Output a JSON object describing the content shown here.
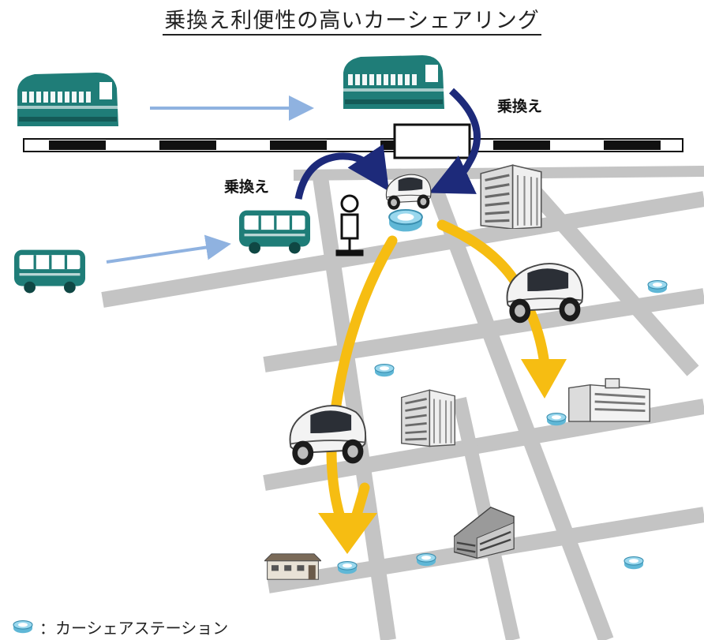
{
  "title": "乗換え利便性の高いカーシェアリング",
  "transfer_labels": [
    "乗換え",
    "乗換え"
  ],
  "legend": {
    "icon": "car-share-station-icon",
    "text": "：カーシェアステーション"
  },
  "colors": {
    "vehicle_teal": "#1f7d78",
    "blue_arrow": "#8fb2e0",
    "navy_arrow": "#1d2a7a",
    "route_yellow": "#f6bd12",
    "road_gray": "#c4c4c4",
    "station_blue": "#8ad1ea"
  }
}
